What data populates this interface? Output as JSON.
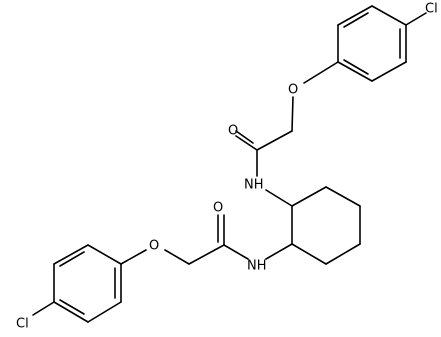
{
  "molecule": {
    "atoms": {
      "cl_top": "Cl",
      "o_ether_top": "O",
      "o_carbonyl_top": "O",
      "nh_top": "NH",
      "o_carbonyl_bottom": "O",
      "nh_bottom": "NH",
      "o_ether_bottom": "O",
      "cl_bottom": "Cl"
    }
  }
}
